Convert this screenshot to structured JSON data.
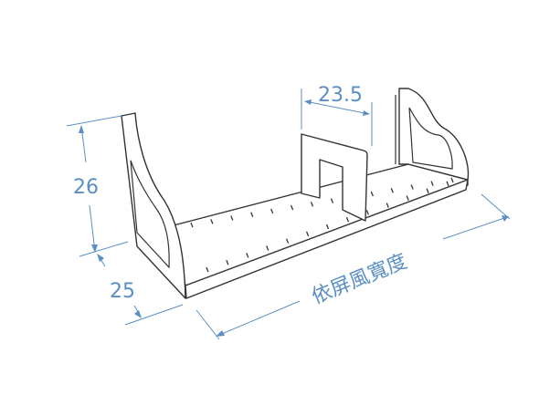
{
  "dimensions": {
    "divider_depth": "23.5",
    "height": "26",
    "depth": "25",
    "width": "依屏風寬度"
  },
  "colors": {
    "dimension": "#5b8fc4",
    "outline": "#333333"
  },
  "shelf": {
    "tick_count_back": 14,
    "tick_count_front": 13
  }
}
